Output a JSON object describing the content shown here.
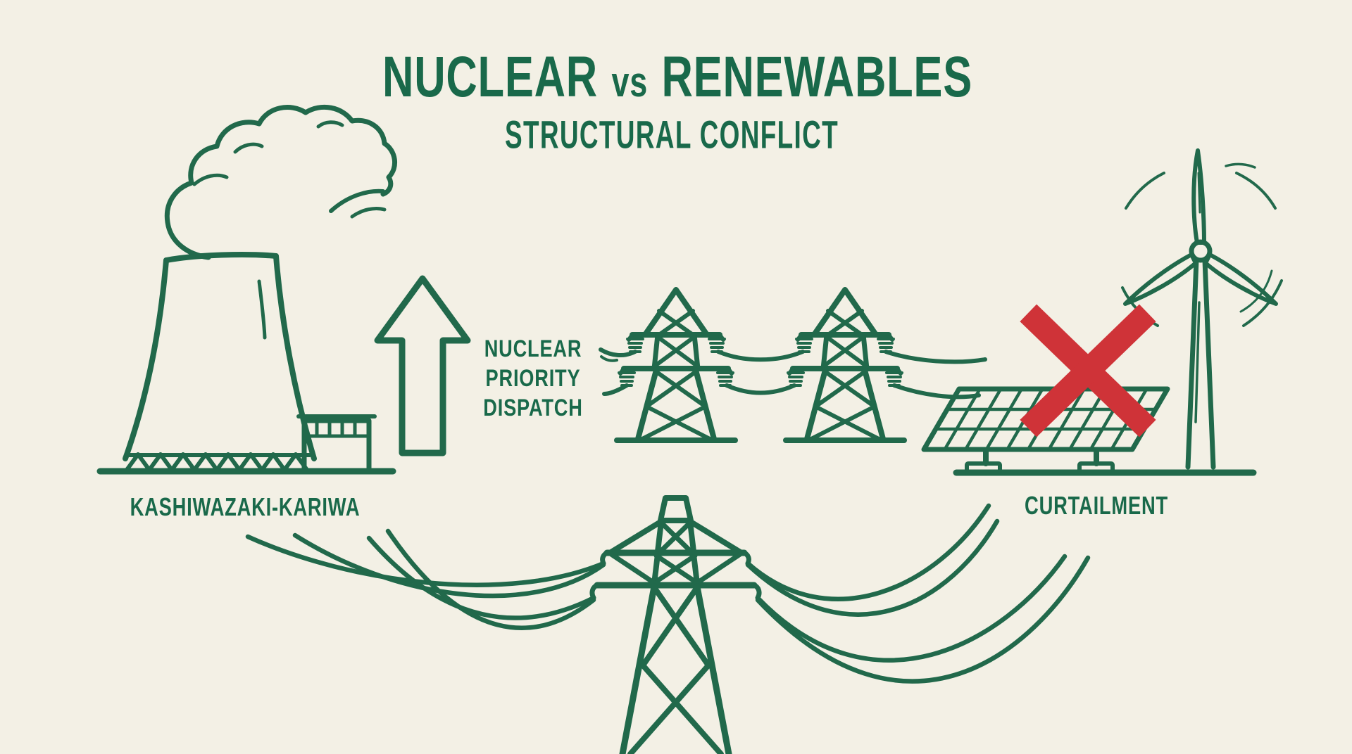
{
  "header": {
    "title_part1": "NUCLEAR",
    "title_part2": "vs",
    "title_part3": "RENEWABLES",
    "subtitle": "STRUCTURAL CONFLICT"
  },
  "labels": {
    "plant": "KASHIWAZAKI-KARIWA",
    "dispatch_line1": "NUCLEAR",
    "dispatch_line2": "PRIORITY",
    "dispatch_line3": "DISPATCH",
    "curtailment": "CURTAILMENT"
  },
  "icons": {
    "left": [
      "steam-cloud-icon",
      "cooling-tower-icon",
      "reactor-building-icon"
    ],
    "middle": [
      "up-arrow-icon",
      "transmission-tower-icon",
      "transmission-tower-icon"
    ],
    "right": [
      "solar-panel-icon",
      "red-x-icon",
      "wind-turbine-icon"
    ],
    "bottom": [
      "large-transmission-tower-icon",
      "power-lines"
    ]
  },
  "colors": {
    "background": "#f3f0e5",
    "ink_green": "#21694b",
    "text_green": "#19694a",
    "alert_red": "#cf3338"
  }
}
